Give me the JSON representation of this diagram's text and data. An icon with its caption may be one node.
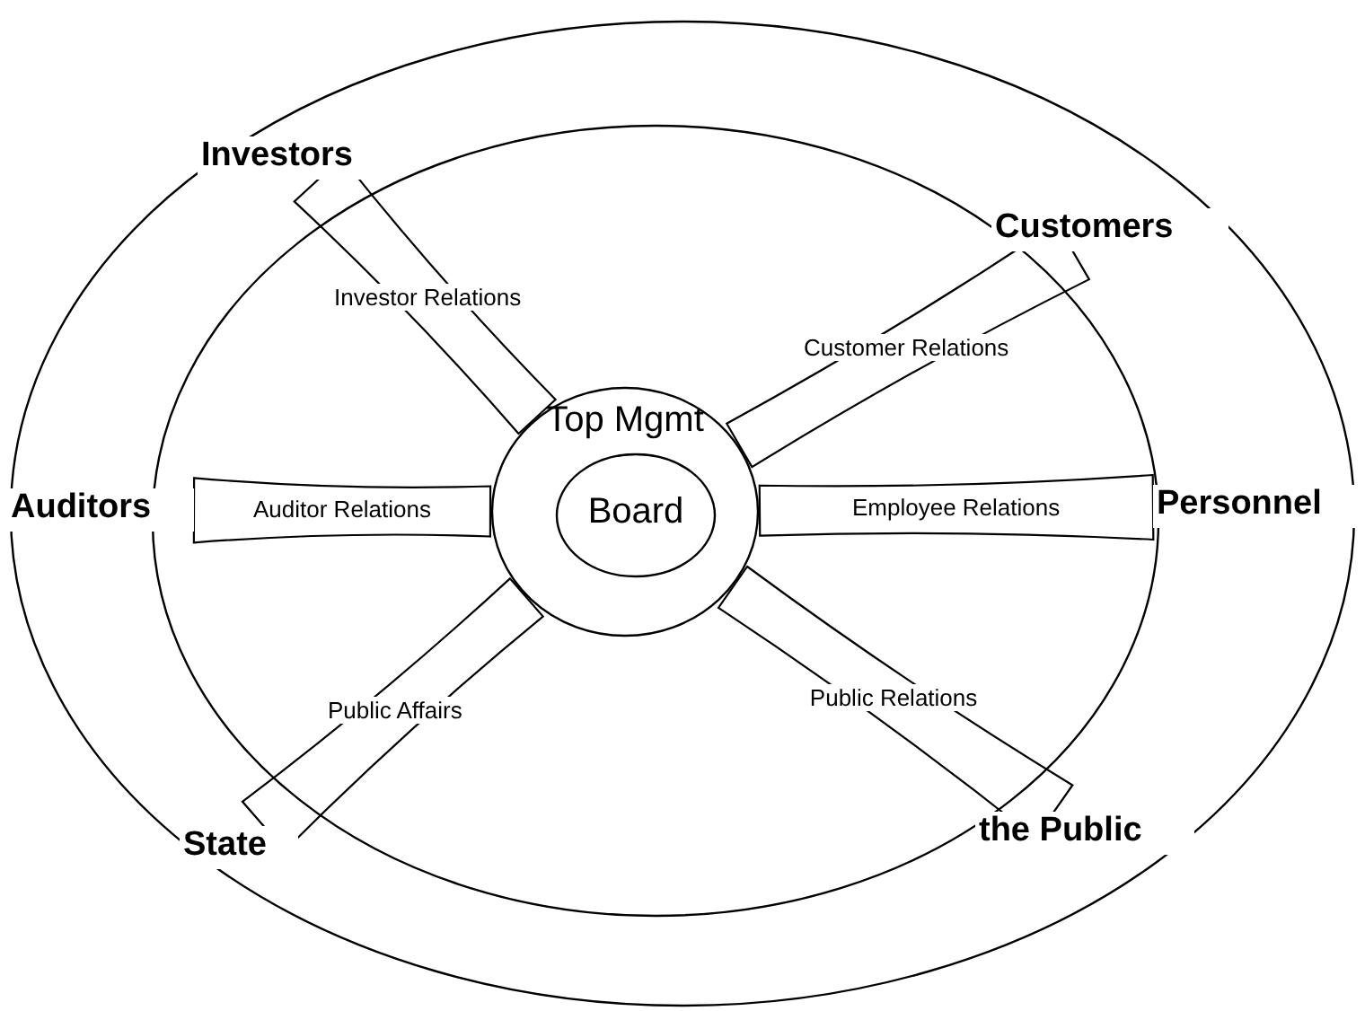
{
  "diagram": {
    "nodes": [
      {
        "text": [
          "Top Mgmt"
        ]
      },
      {
        "text": [
          "Board"
        ],
        "in": 0
      },
      {
        "text": [
          "Investors"
        ]
      },
      {
        "text": [
          "Customers"
        ]
      },
      {
        "text": [
          "Auditors"
        ]
      },
      {
        "text": [
          "Personnel"
        ]
      },
      {
        "text": [
          "State"
        ]
      },
      {
        "text": [
          "the Public"
        ]
      }
    ],
    "edges": [
      {
        "from": 0,
        "to": 2,
        "arrow": "none",
        "label": "Investor Relations"
      },
      {
        "from": 0,
        "to": 3,
        "arrow": "none",
        "label": "Customer Relations"
      },
      {
        "from": 0,
        "to": 4,
        "arrow": "none",
        "label": "Auditor Relations"
      },
      {
        "from": 0,
        "to": 5,
        "arrow": "none",
        "label": "Employee Relations"
      },
      {
        "from": 0,
        "to": 6,
        "arrow": "none",
        "label": "Public Affairs"
      },
      {
        "from": 0,
        "to": 7,
        "arrow": "none",
        "label": "Public Relations"
      }
    ]
  }
}
